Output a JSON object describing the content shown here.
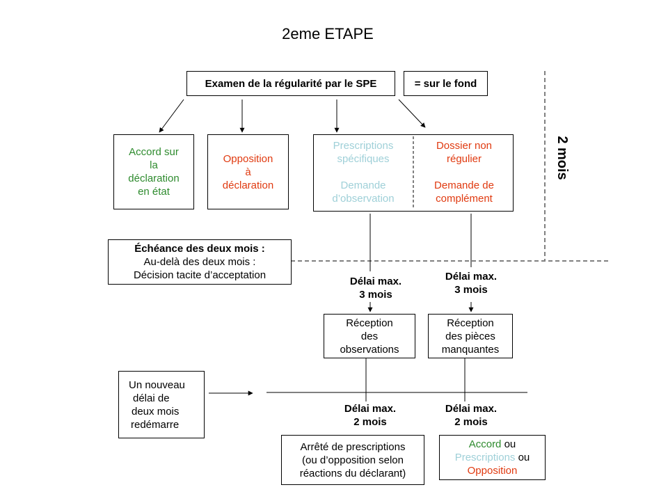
{
  "title": "2eme ETAPE",
  "colors": {
    "black": "#000000",
    "green": "#2e8b2e",
    "red": "#e03a10",
    "lightblue": "#9fd0d8"
  },
  "top": {
    "exam": "Examen de la régularité par le SPE",
    "fond": "= sur le fond"
  },
  "side_label": "2 mois",
  "boxes": {
    "accord": [
      "Accord sur",
      "la",
      "déclaration",
      "en état"
    ],
    "opposition": [
      "Opposition",
      "à",
      "déclaration"
    ],
    "prescriptions": [
      "Prescriptions",
      "spécifiques",
      "",
      "Demande",
      "d’observation"
    ],
    "dossier": [
      "Dossier non",
      "régulier",
      "",
      "Demande de",
      "complément"
    ]
  },
  "echeance": {
    "line1": "Échéance des deux mois :",
    "line2": "Au-delà des deux mois :",
    "line3": "Décision tacite d’acceptation"
  },
  "delai3_left": [
    "Délai max.",
    "3 mois"
  ],
  "delai3_right": [
    "Délai max.",
    "3 mois"
  ],
  "reception_obs": [
    "Réception",
    "des",
    "observations"
  ],
  "reception_pieces": [
    "Réception",
    "des pièces",
    "manquantes"
  ],
  "nouveau": [
    "Un nouveau",
    "délai de",
    "deux mois",
    "redémarre"
  ],
  "delai2_left": [
    "Délai max.",
    "2 mois"
  ],
  "delai2_right": [
    "Délai max.",
    "2 mois"
  ],
  "arrete": [
    "Arrêté de prescriptions",
    "(ou d’opposition selon",
    "réactions du déclarant)"
  ],
  "final": {
    "accord": "Accord",
    "ou1": " ou",
    "prescriptions": "Prescriptions",
    "ou2": " ou",
    "opposition": "Opposition"
  }
}
